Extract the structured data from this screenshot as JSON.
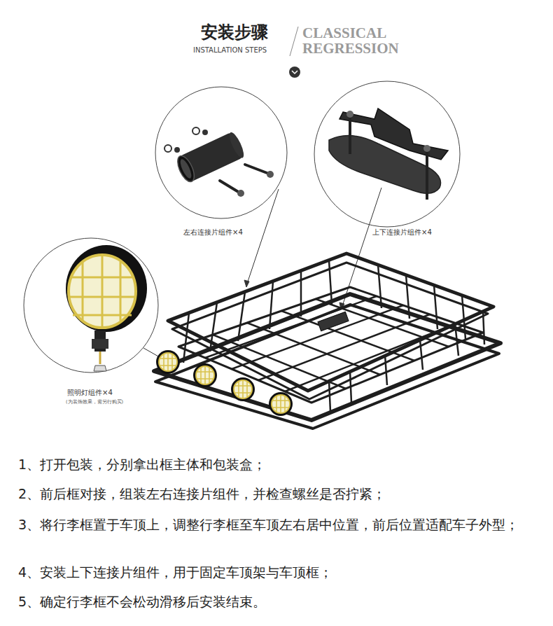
{
  "diagram": {
    "title": "安装步骤",
    "labels": [
      "INSTALLATION STEPS",
      "CLASSICAL REGRESSION",
      "左右连接片组件×4",
      "上下连接片组件×4",
      "照明灯组件×4",
      "(为装饰效果，需另行购买)",
      "1、打开包装，分别拿出框主体和包装盒；",
      "2、前后框对接，组装左右连接片组件，并检查螺丝是否拧紧；",
      "3、将行李框置于车顶上，调整行李框至车顶左右居中位置，前后位置适配车子外型；",
      "4、安装上下连接片组件，用于固定车顶架与车顶框；",
      "5、确定行李框不会松动滑移后安装结束。"
    ]
  }
}
